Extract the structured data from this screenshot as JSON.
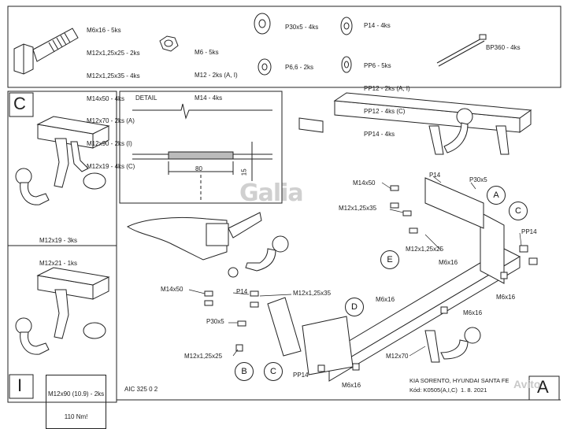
{
  "hardware": {
    "bolts": [
      "M6x16 - 5ks",
      "M12x1,25x25 - 2ks",
      "M12x1,25x35 - 4ks",
      "M14x50 - 4ks",
      "M12x70 - 2ks (A)",
      "M12x90 - 2ks (I)",
      "M12x19 - 4ks (C)"
    ],
    "nuts": [
      "M6 - 5ks",
      "M12 - 2ks (A, I)",
      "M14 - 4ks"
    ],
    "washer_p30": "P30x5 - 4ks",
    "washer_p66": "P6,6 - 2ks",
    "washer_p14": "P14 - 4ks",
    "washer_pp": [
      "PP6 - 5ks",
      "PP12 - 2ks (A, I)",
      "PP12 - 4ks (C)",
      "PP14 - 4ks"
    ],
    "tie": "BP360 - 4ks"
  },
  "panel_c": {
    "letter": "C",
    "labels": [
      "M12x19 - 3ks",
      "M12x21 - 1ks"
    ]
  },
  "panel_i": {
    "letter": "I",
    "torque": [
      "M12x90 (10.9) - 2ks",
      "110 Nm!"
    ]
  },
  "detail": {
    "title": "DETAIL",
    "dim_80": "80",
    "dim_15": "15"
  },
  "watermark": "Galia",
  "main_labels": {
    "m14x50_top": "M14x50",
    "p14_top": "P14",
    "p30x5_top": "P30x5",
    "m12_35_top": "M12x1,25x35",
    "pp14_right": "PP14",
    "m12_25_mid": "M12x1,25x25",
    "m6x16_a": "M6x16",
    "m6x16_b": "M6x16",
    "m6x16_c": "M6x16",
    "m6x16_d": "M6x16",
    "m14x50_left": "M14x50",
    "p14_left": "P14",
    "m12_35_left": "M12x1,25x35",
    "p30x5_left": "P30x5",
    "m12_25_bl": "M12x1,25x25",
    "pp14_bottom": "PP14",
    "m6x16_bottom": "M6x16",
    "m12x70": "M12x70"
  },
  "callouts": {
    "a": "A",
    "b": "B",
    "c1": "C",
    "c2": "C",
    "d": "D",
    "e": "E"
  },
  "footer": {
    "drawing_no": "AIC 325 0 2",
    "model": "KIA SORENTO, HYUNDAI SANTA FE",
    "code": "Kód: K0505(A,I,C)  1. 8. 2021",
    "sheet": "A",
    "avito": "Avito"
  }
}
